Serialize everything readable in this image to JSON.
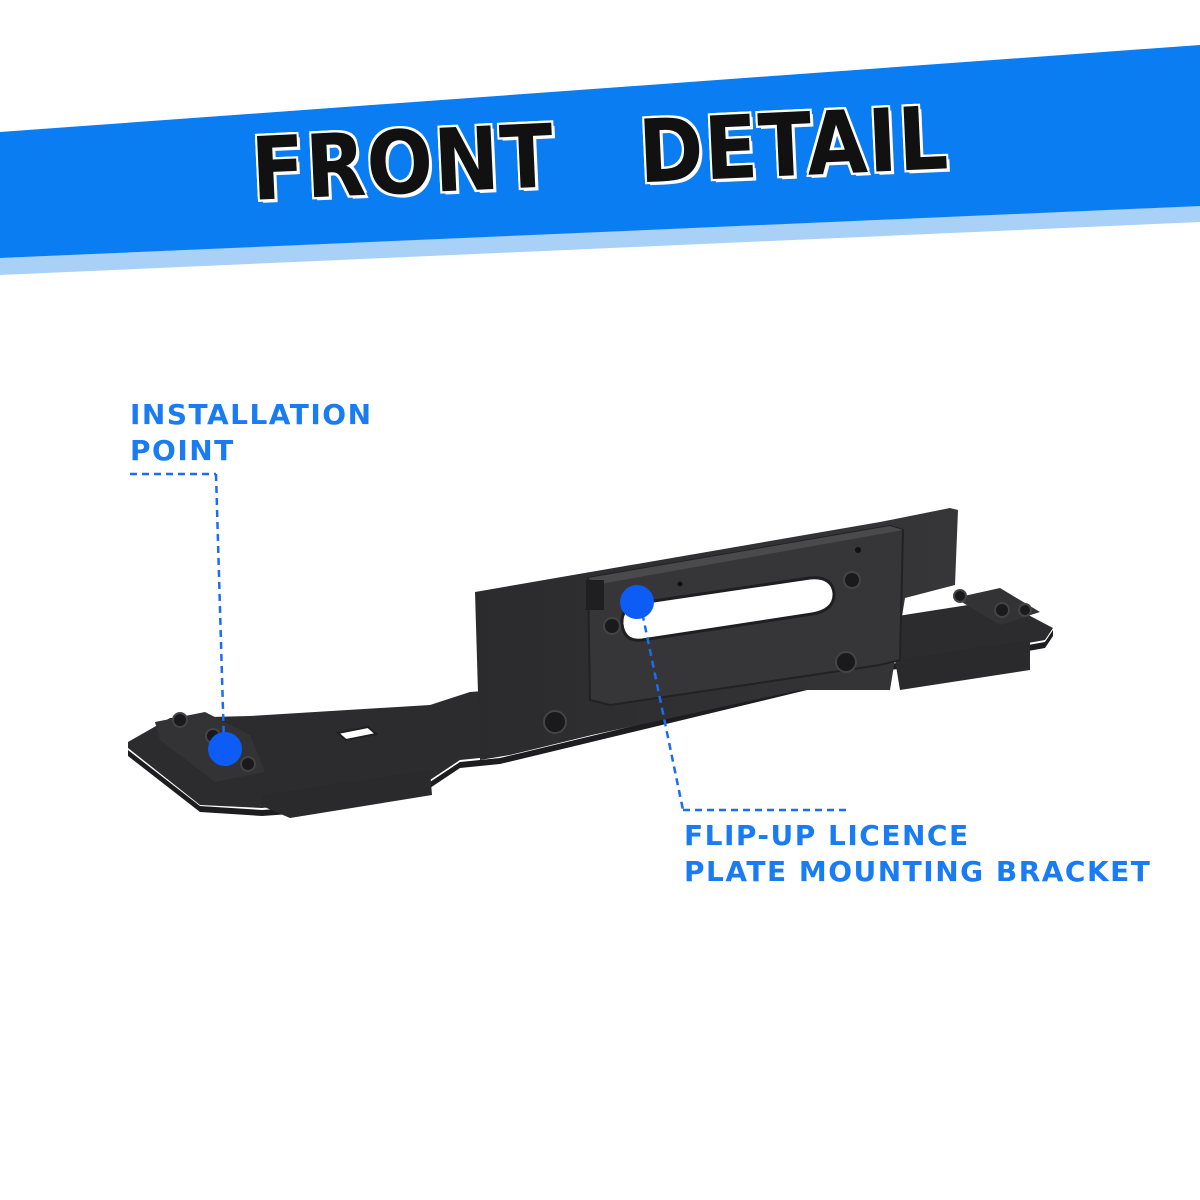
{
  "banner": {
    "title": "FRONT   DETAIL",
    "color_primary": "#0a7df2",
    "color_light": "#a9d0f7"
  },
  "callouts": [
    {
      "lines": [
        "INSTALLATION",
        "POINT"
      ],
      "marker": "installation-point-marker"
    },
    {
      "lines": [
        "FLIP-UP LICENCE",
        "PLATE MOUNTING BRACKET"
      ],
      "marker": "flip-up-bracket-marker"
    }
  ],
  "colors": {
    "label": "#1a7cf2",
    "marker": "#0c5cf5",
    "bracket": "#2f2f31"
  }
}
